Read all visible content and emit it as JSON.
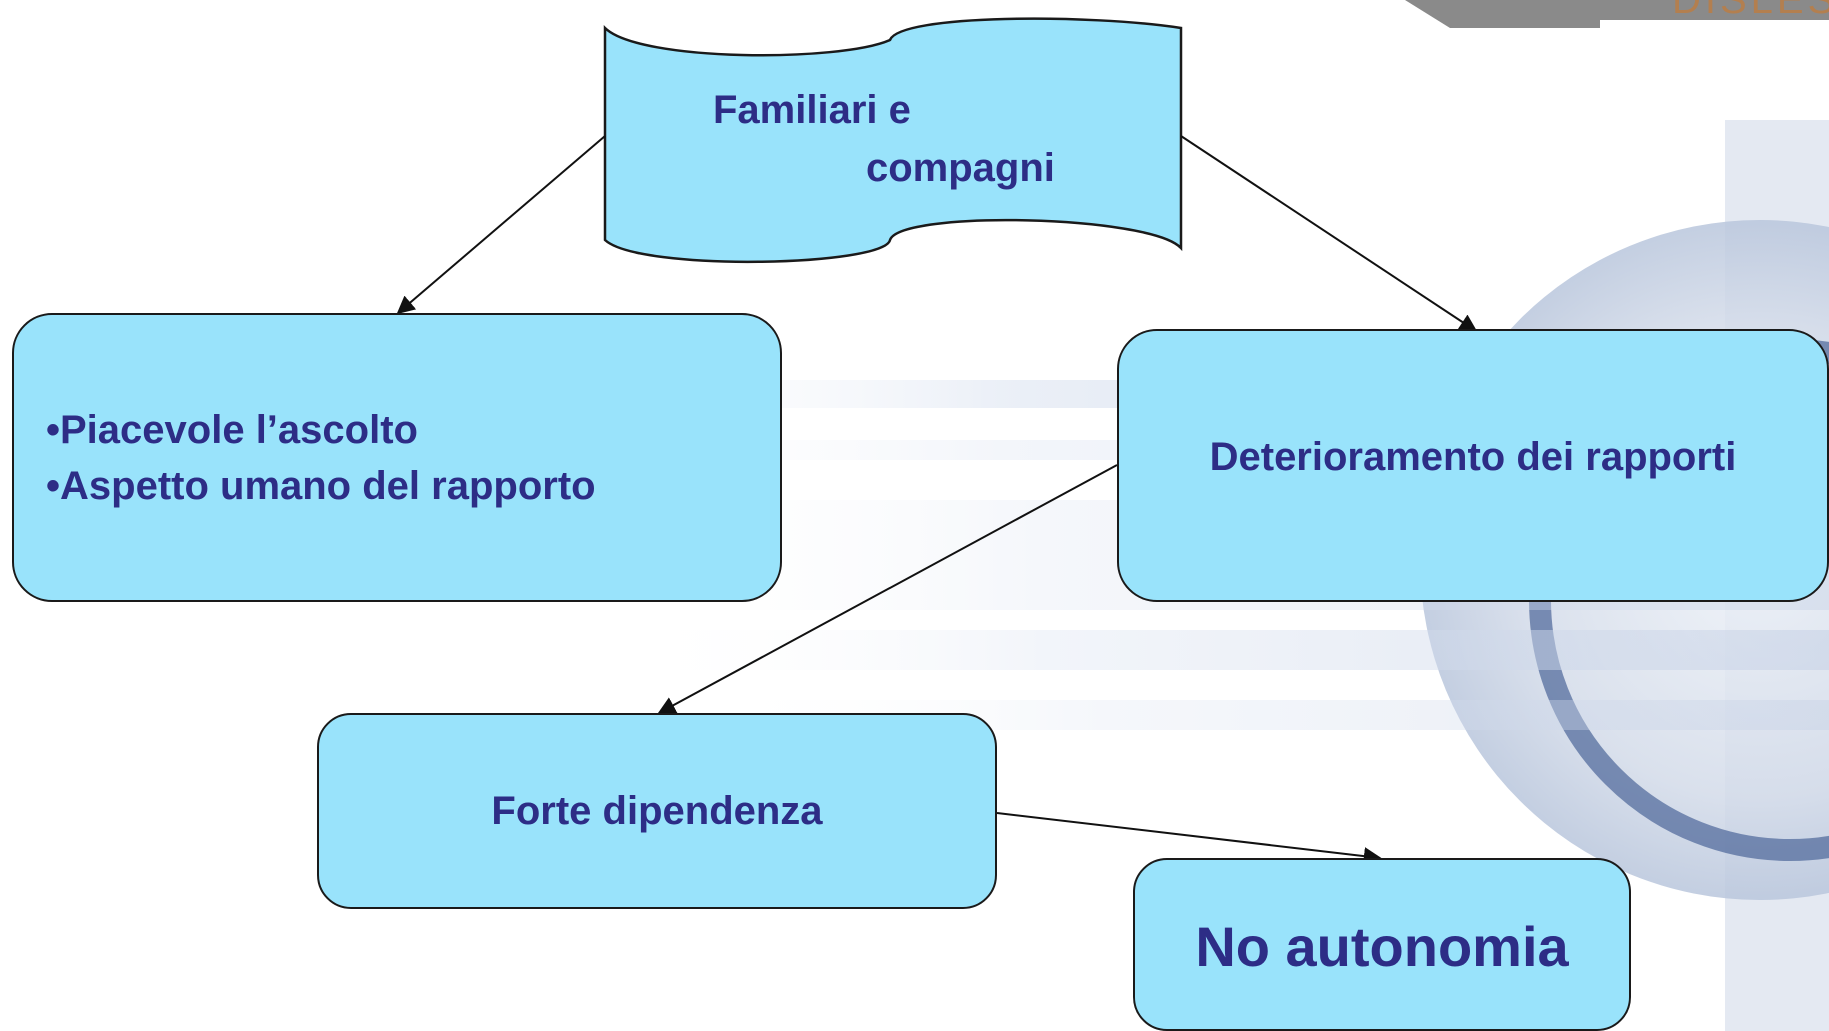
{
  "diagram": {
    "banner": {
      "line1": "Familiari e",
      "line2": "compagni"
    },
    "left_node": {
      "lines": [
        "•Piacevole l’ascolto",
        "•Aspetto umano del rapporto"
      ]
    },
    "right_node": {
      "label": "Deterioramento dei rapporti"
    },
    "middle_node": {
      "label": "Forte dipendenza"
    },
    "bottom_node": {
      "label": "No autonomia"
    },
    "edges": [
      {
        "from": "banner",
        "to": "left_node"
      },
      {
        "from": "banner",
        "to": "right_node"
      },
      {
        "from": "right_node",
        "to": "middle_node"
      },
      {
        "from": "middle_node",
        "to": "bottom_node"
      }
    ]
  },
  "header": {
    "logo_text": "DISLESS"
  },
  "colors": {
    "node_fill": "#99e3fb",
    "node_text": "#2d2d86",
    "logo": "#b37f4f",
    "decor_blue": "#c9d3e6"
  }
}
